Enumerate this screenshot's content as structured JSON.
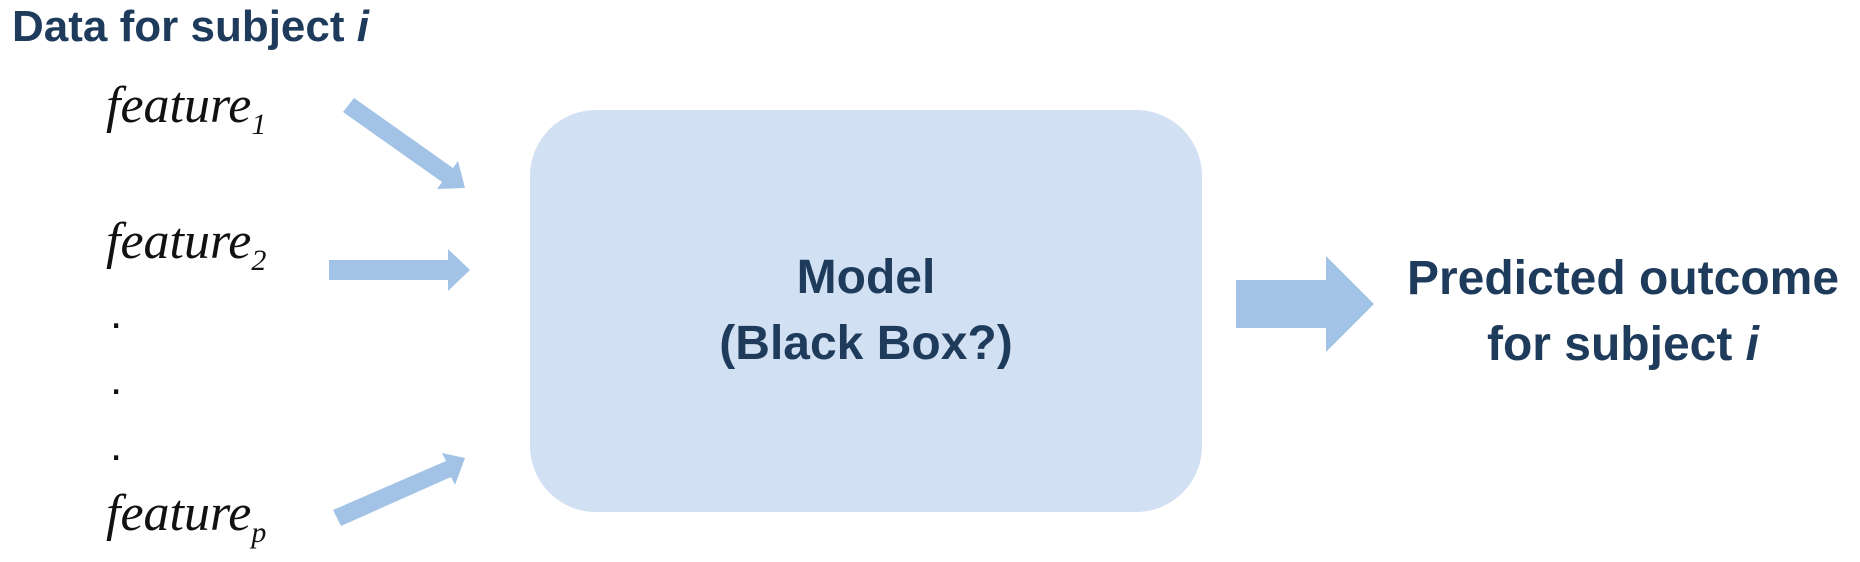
{
  "header": {
    "text": "Data for subject ",
    "subject_var": "i"
  },
  "features": [
    {
      "name": "feature",
      "subscript": "1"
    },
    {
      "name": "feature",
      "subscript": "2"
    },
    {
      "name": "feature",
      "subscript": "p"
    }
  ],
  "ellipsis": [
    ".",
    ".",
    "."
  ],
  "model": {
    "line1": "Model",
    "line2": "(Black Box?)"
  },
  "outcome": {
    "line1": "Predicted outcome",
    "line2_prefix": "for subject ",
    "line2_var": "i"
  },
  "colors": {
    "arrow": "#a3c3e6",
    "box": "#d1e0f2",
    "title_text": "#1f3b5c"
  }
}
